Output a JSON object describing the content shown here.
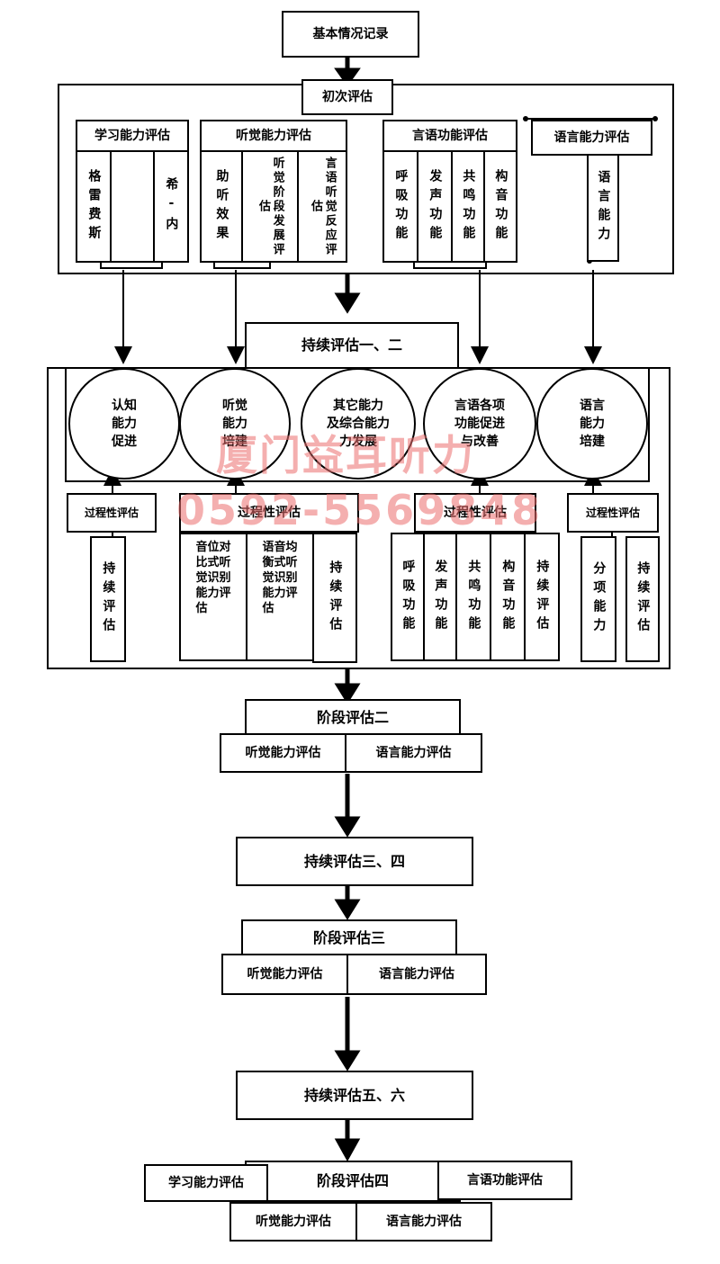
{
  "basic_record": "基本情况记录",
  "initial": {
    "title": "初次评估",
    "learning": {
      "title": "学习能力评估",
      "items": [
        "格雷费斯",
        "",
        "希-内"
      ]
    },
    "hearing": {
      "title": "听觉能力评估",
      "items": [
        "助听效果",
        "听觉阶段发展评估",
        "言语听觉反应评估"
      ]
    },
    "speech": {
      "title": "言语功能评估",
      "items": [
        "呼吸功能",
        "发声功能",
        "共鸣功能",
        "构音功能"
      ]
    },
    "language": {
      "title": "语言能力评估",
      "items": [
        "语言能力"
      ]
    }
  },
  "continuous_1_2": "持续评估一、二",
  "circles": [
    "认知\n能力\n促进",
    "听觉\n能力\n培建",
    "其它能力\n及综合能力\n力发展",
    "言语各项\n功能促进\n与改善",
    "语言\n能力\n培建"
  ],
  "process": {
    "g1": {
      "title": "过程性评估",
      "items": [
        "持续评估"
      ]
    },
    "g2": {
      "title": "过程性评估",
      "items": [
        "音位对\n比式听\n觉识别\n能力评\n估",
        "语音均\n衡式听\n觉识别\n能力评\n估",
        "持续评估"
      ]
    },
    "g3": {
      "title": "过程性评估",
      "items": [
        "呼吸功能",
        "发声功能",
        "共鸣功能",
        "构音功能",
        "持续评估"
      ]
    },
    "g4": {
      "title": "过程性评估",
      "items": [
        "分项能力",
        "持续评估"
      ]
    }
  },
  "stage2": {
    "title": "阶段评估二",
    "left": "听觉能力评估",
    "right": "语言能力评估"
  },
  "continuous_3_4": "持续评估三、四",
  "stage3": {
    "title": "阶段评估三",
    "left": "听觉能力评估",
    "right": "语言能力评估"
  },
  "continuous_5_6": "持续评估五、六",
  "stage4": {
    "title": "阶段评估四",
    "learning": "学习能力评估",
    "speech": "言语功能评估",
    "hearing": "听觉能力评估",
    "language": "语言能力评估"
  },
  "watermark": {
    "name": "厦门益耳听力",
    "phone": "0592-5569848"
  }
}
